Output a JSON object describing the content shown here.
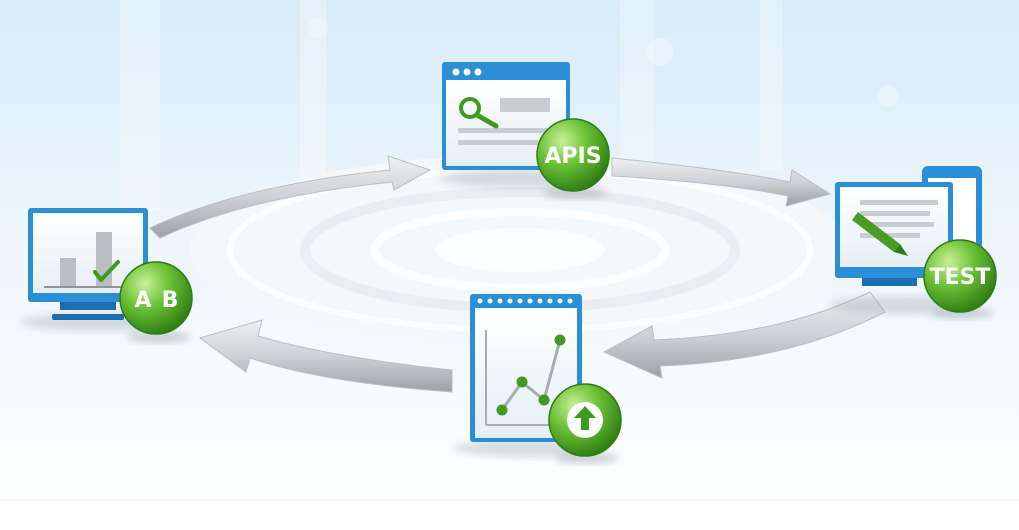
{
  "nodes": {
    "apis": {
      "label": "APIS"
    },
    "test": {
      "label": "TEST"
    },
    "ab": {
      "label_a": "A",
      "label_b": "B"
    },
    "analytics": {
      "label": ""
    }
  },
  "colors": {
    "badge_green_light": "#b7e58a",
    "badge_green": "#5cb82e",
    "badge_green_dark": "#2f7d14",
    "screen_blue": "#2a8fd6",
    "screen_blue_dark": "#1a6fb3",
    "arrow_gray": "#cfd3d6",
    "sky_blue": "#cfe6f5"
  }
}
